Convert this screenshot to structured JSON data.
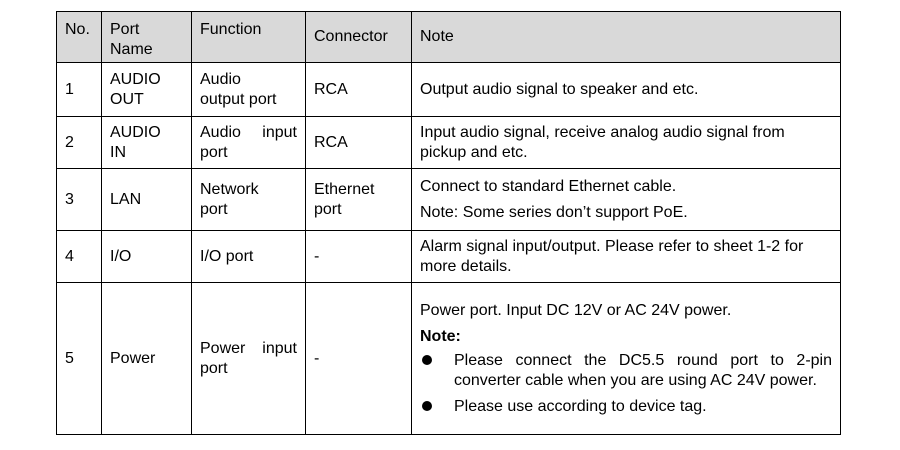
{
  "table": {
    "headers": {
      "no": "No.",
      "port_name_1": "Port",
      "port_name_2": "Name",
      "function": "Function",
      "connector": "Connector",
      "note": "Note"
    },
    "rows": [
      {
        "no": "1",
        "port_1": "AUDIO",
        "port_2": "OUT",
        "function_1": "Audio",
        "function_2": "output port",
        "connector": "RCA",
        "note": "Output audio signal to speaker and etc."
      },
      {
        "no": "2",
        "port_1": "AUDIO",
        "port_2": "IN",
        "function_1": "Audio input",
        "function_2": "port",
        "connector": "RCA",
        "note": "Input audio signal, receive analog audio signal from pickup and etc."
      },
      {
        "no": "3",
        "port": "LAN",
        "function_1": "Network",
        "function_2": "port",
        "connector_1": "Ethernet",
        "connector_2": "port",
        "note_1": "Connect to standard Ethernet cable.",
        "note_2": "Note: Some series don’t support PoE."
      },
      {
        "no": "4",
        "port": "I/O",
        "function": "I/O port",
        "connector": "-",
        "note": "Alarm signal input/output. Please refer to sheet 1-2 for more details."
      },
      {
        "no": "5",
        "port": "Power",
        "function_1": "Power input",
        "function_2": "port",
        "connector": "-",
        "note_intro": "Power port. Input DC 12V or AC 24V power.",
        "note_label": "Note:",
        "bullets": [
          "Please connect the DC5.5 round port to 2-pin converter cable when you are using AC 24V power.",
          "Please use according to device tag."
        ]
      }
    ]
  }
}
